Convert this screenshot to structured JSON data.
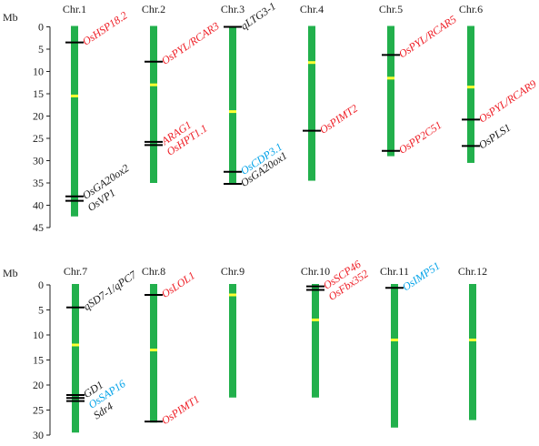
{
  "unit_label": "Mb",
  "colors": {
    "chromosome": "#22b04c",
    "centromere": "#ffff33",
    "marker": "#000000",
    "red": "#ee1c24",
    "blue": "#00a2e8",
    "black": "#1a1a1a"
  },
  "panels": [
    {
      "ticks": [
        0,
        5,
        10,
        15,
        20,
        25,
        30,
        35,
        40,
        45
      ],
      "chromosomes": [
        {
          "label": "Chr.1",
          "length": 42.5,
          "centromere": 15.5,
          "genes": [
            {
              "name": "OsHSP18.2",
              "pos": 3.5,
              "color": "red"
            },
            {
              "name": "OsGA20ox2",
              "pos": 38.0,
              "color": "black"
            },
            {
              "name": "OsVP1",
              "pos": 39.0,
              "color": "black"
            }
          ]
        },
        {
          "label": "Chr.2",
          "length": 35.0,
          "centromere": 13.0,
          "genes": [
            {
              "name": "OsPYL/RCAR3",
              "pos": 7.8,
              "color": "red"
            },
            {
              "name": "ARAG1",
              "pos": 25.8,
              "color": "red"
            },
            {
              "name": "OsHPT1.1",
              "pos": 26.5,
              "color": "red"
            }
          ]
        },
        {
          "label": "Chr.3",
          "length": 35.2,
          "centromere": 19.0,
          "genes": [
            {
              "name": "qLTG3-1",
              "pos": 0.0,
              "color": "black"
            },
            {
              "name": "OsCDP3.1",
              "pos": 32.5,
              "color": "blue"
            },
            {
              "name": "OsGA20ox1",
              "pos": 35.2,
              "color": "black"
            }
          ]
        },
        {
          "label": "Chr.4",
          "length": 34.5,
          "centromere": 8.0,
          "genes": [
            {
              "name": "OsPIMT2",
              "pos": 23.3,
              "color": "red"
            }
          ]
        },
        {
          "label": "Chr.5",
          "length": 29.0,
          "centromere": 11.5,
          "genes": [
            {
              "name": "OsPYL/RCAR5",
              "pos": 6.3,
              "color": "red"
            },
            {
              "name": "OsPP2C51",
              "pos": 27.8,
              "color": "red"
            }
          ]
        },
        {
          "label": "Chr.6",
          "length": 30.5,
          "centromere": 13.5,
          "genes": [
            {
              "name": "OsPYL/RCAR9",
              "pos": 20.8,
              "color": "red"
            },
            {
              "name": "OsPLS1",
              "pos": 26.7,
              "color": "black"
            }
          ]
        }
      ]
    },
    {
      "ticks": [
        0,
        5,
        10,
        15,
        20,
        25,
        30
      ],
      "chromosomes": [
        {
          "label": "Chr.7",
          "length": 29.5,
          "centromere": 12.0,
          "genes": [
            {
              "name": "qSD7-1/qPC7",
              "pos": 4.5,
              "color": "black"
            },
            {
              "name": "GD1",
              "pos": 22.0,
              "color": "black"
            },
            {
              "name": "OsSAP16",
              "pos": 22.6,
              "color": "blue"
            },
            {
              "name": "Sdr4",
              "pos": 23.2,
              "color": "black"
            }
          ]
        },
        {
          "label": "Chr.8",
          "length": 27.5,
          "centromere": 13.0,
          "genes": [
            {
              "name": "OsLOL1",
              "pos": 2.0,
              "color": "red"
            },
            {
              "name": "OsPIMT1",
              "pos": 27.3,
              "color": "red"
            }
          ]
        },
        {
          "label": "Chr.9",
          "length": 22.5,
          "centromere": 2.0,
          "genes": []
        },
        {
          "label": "Chr.10",
          "length": 22.5,
          "centromere": 7.0,
          "genes": [
            {
              "name": "OsSCP46",
              "pos": 0.3,
              "color": "red"
            },
            {
              "name": "OsFbx352",
              "pos": 1.0,
              "color": "red"
            }
          ]
        },
        {
          "label": "Chr.11",
          "length": 28.5,
          "centromere": 11.0,
          "genes": [
            {
              "name": "OsIMP51",
              "pos": 0.6,
              "color": "blue"
            }
          ]
        },
        {
          "label": "Chr.12",
          "length": 27.0,
          "centromere": 11.0,
          "genes": []
        }
      ]
    }
  ]
}
